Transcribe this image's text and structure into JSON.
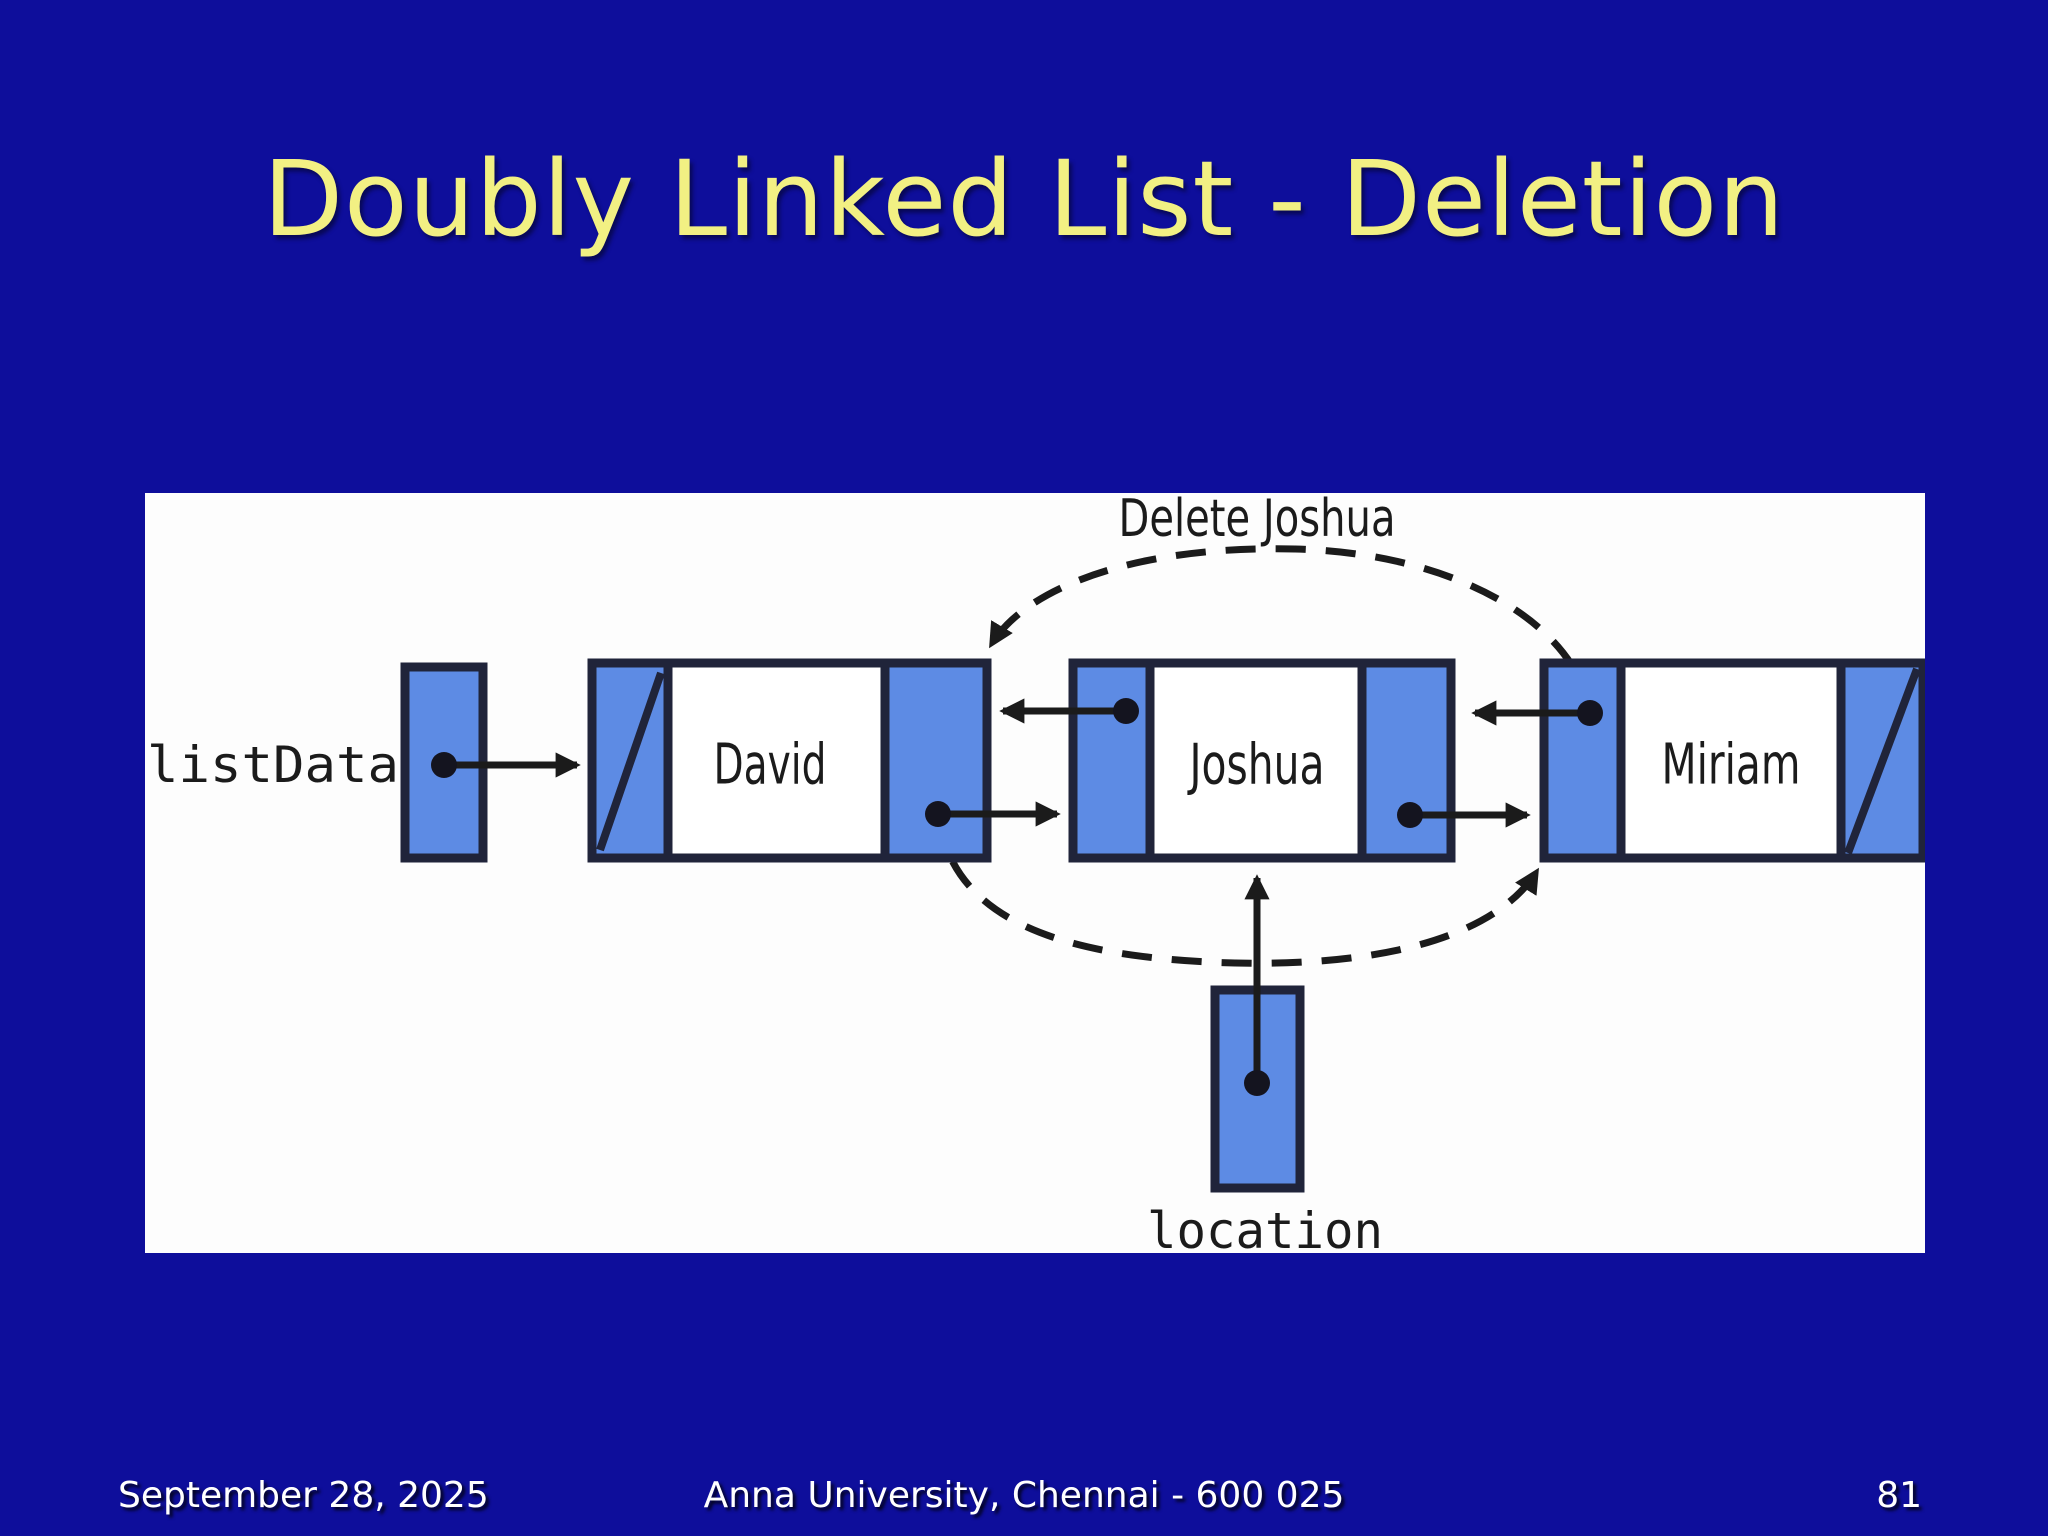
{
  "slide": {
    "title": "Doubly Linked List - Deletion",
    "background_color": "#0E0E9B",
    "title_color": "#F2F083"
  },
  "figure": {
    "caption": "Delete Joshua",
    "head_pointer_label": "listData",
    "location_pointer_label": "location",
    "nodes": [
      {
        "label": "David",
        "back_pointer": "null",
        "next_pointer": "Joshua"
      },
      {
        "label": "Joshua",
        "back_pointer": "David",
        "next_pointer": "Miriam"
      },
      {
        "label": "Miriam",
        "back_pointer": "Joshua",
        "next_pointer": "null"
      }
    ],
    "dashed_arcs": [
      {
        "meaning": "Miriam back pointer redirected to David"
      },
      {
        "meaning": "David next pointer redirected to Miriam"
      }
    ],
    "colors": {
      "figure_background": "#FDFDFD",
      "cell_blue": "#5D8BE4",
      "node_border": "#20243A",
      "line": "#1B1B1B"
    }
  },
  "footer": {
    "date": "September 28, 2025",
    "center_text": "Anna University, Chennai - 600 025",
    "page_number": "81"
  }
}
